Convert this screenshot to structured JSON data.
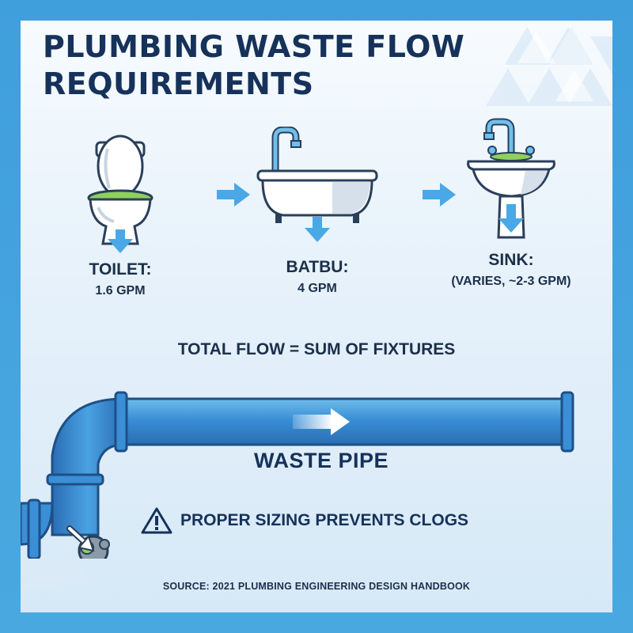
{
  "title": {
    "line1": "PLUMBING WASTE FLOW",
    "line2": "REQUIREMENTS"
  },
  "fixtures": [
    {
      "name": "TOILET:",
      "flow": "1.6 GPM",
      "icon": "toilet-icon"
    },
    {
      "name": "BATBU:",
      "flow": "4 GPM",
      "icon": "bathtub-icon"
    },
    {
      "name": "SINK:",
      "flow": "(VARIES, ~2-3 GPM)",
      "icon": "sink-icon"
    }
  ],
  "total_flow": "TOTAL FLOW = SUM OF FIXTURES",
  "pipe_label": "WASTE PIPE",
  "warning": {
    "icon": "warning-icon",
    "text": "PROPER SIZING PREVENTS CLOGS"
  },
  "source": "SOURCE: 2021 PLUMBING ENGINEERING DESIGN HANDBOOK",
  "colors": {
    "title": "#16325a",
    "pipe": "#3a8fd6",
    "arrow": "#4aa8e6",
    "accent_green": "#7dc856",
    "frame": "#3f9fdc"
  }
}
